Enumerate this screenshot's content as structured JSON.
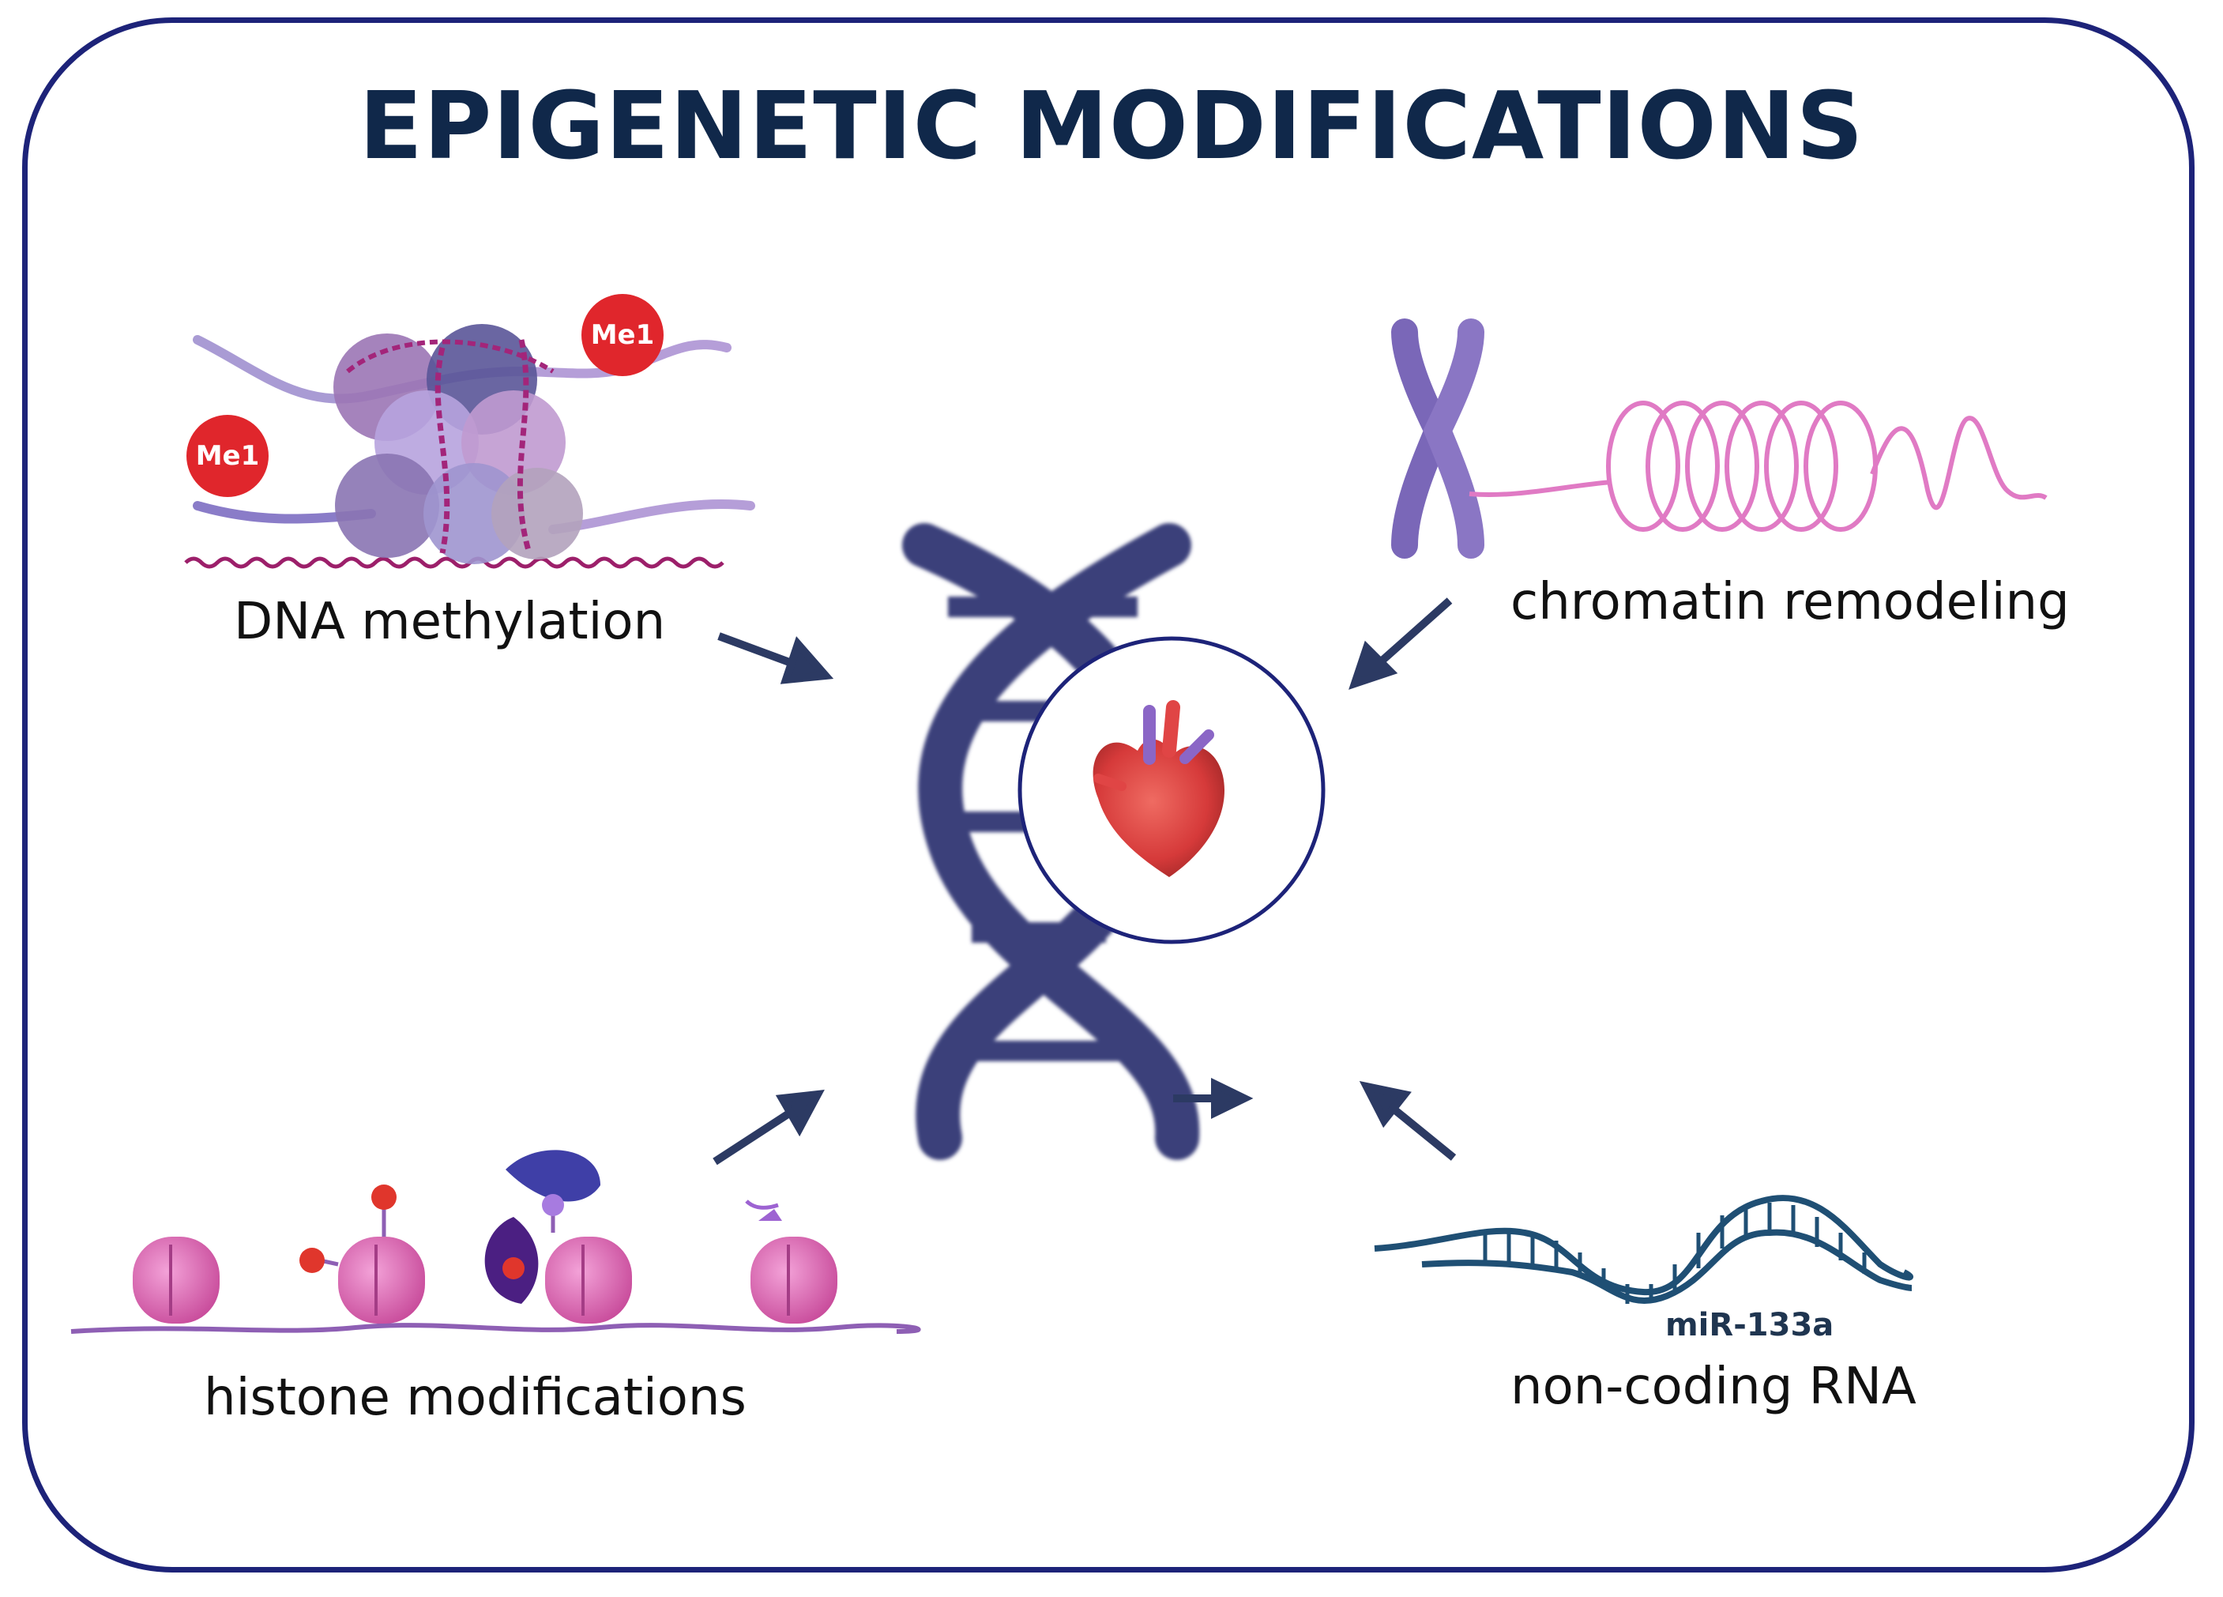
{
  "title": "EPIGENETIC MODIFICATIONS",
  "labels": {
    "dna_methylation": "DNA methylation",
    "chromatin_remodeling": "chromatin remodeling",
    "histone_modifications": "histone modifications",
    "non_coding_rna": "non-coding RNA",
    "mirna_name": "miR-133a"
  },
  "methyl_marker": "Me1",
  "colors": {
    "frame": "#1d2379",
    "title": "#10284a",
    "dna_helix": "#3b3f7a",
    "arrows": "#2c3a63",
    "nucleosome": "#d561a8",
    "chromatin": "#e07ac4",
    "chromosome": "#7a67b8",
    "rna": "#1f4f74",
    "methyl_marker": "#e0262c",
    "heart": "#d63a3a"
  },
  "icons": [
    "nucleosome-icon",
    "chromosome-icon",
    "heart-icon",
    "dna-helix-icon",
    "rna-hairpin-icon"
  ]
}
